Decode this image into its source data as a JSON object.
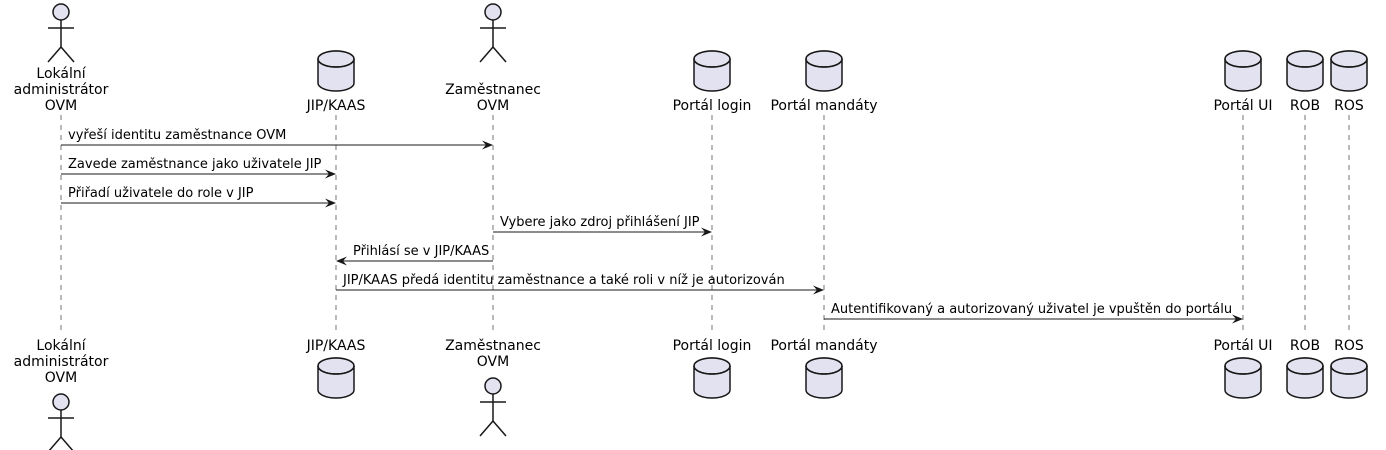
{
  "diagram": {
    "participants": [
      {
        "id": "admin",
        "type": "actor",
        "label_lines": [
          "Lokální",
          "administrátor",
          "OVM"
        ]
      },
      {
        "id": "jip",
        "type": "database",
        "label_lines": [
          "JIP/KAAS"
        ]
      },
      {
        "id": "employee",
        "type": "actor",
        "label_lines": [
          "Zaměstnanec",
          "OVM"
        ]
      },
      {
        "id": "login",
        "type": "database",
        "label_lines": [
          "Portál login"
        ]
      },
      {
        "id": "mandates",
        "type": "database",
        "label_lines": [
          "Portál mandáty"
        ]
      },
      {
        "id": "ui",
        "type": "database",
        "label_lines": [
          "Portál UI"
        ]
      },
      {
        "id": "rob",
        "type": "database",
        "label_lines": [
          "ROB"
        ]
      },
      {
        "id": "ros",
        "type": "database",
        "label_lines": [
          "ROS"
        ]
      }
    ],
    "messages": [
      {
        "from": "admin",
        "to": "employee",
        "text": "vyřeší identitu zaměstnance OVM"
      },
      {
        "from": "admin",
        "to": "jip",
        "text": "Zavede zaměstnance jako uživatele JIP"
      },
      {
        "from": "admin",
        "to": "jip",
        "text": "Přiřadí uživatele do role v JIP"
      },
      {
        "from": "employee",
        "to": "login",
        "text": "Vybere jako zdroj přihlášení JIP"
      },
      {
        "from": "employee",
        "to": "jip",
        "text": "Přihlásí se v JIP/KAAS"
      },
      {
        "from": "jip",
        "to": "mandates",
        "text": "JIP/KAAS předá identitu zaměstnance a také roli v níž je autorizován"
      },
      {
        "from": "mandates",
        "to": "ui",
        "text": "Autentifikovaný a autorizovaný uživatel je vpuštěn do portálu"
      }
    ]
  }
}
